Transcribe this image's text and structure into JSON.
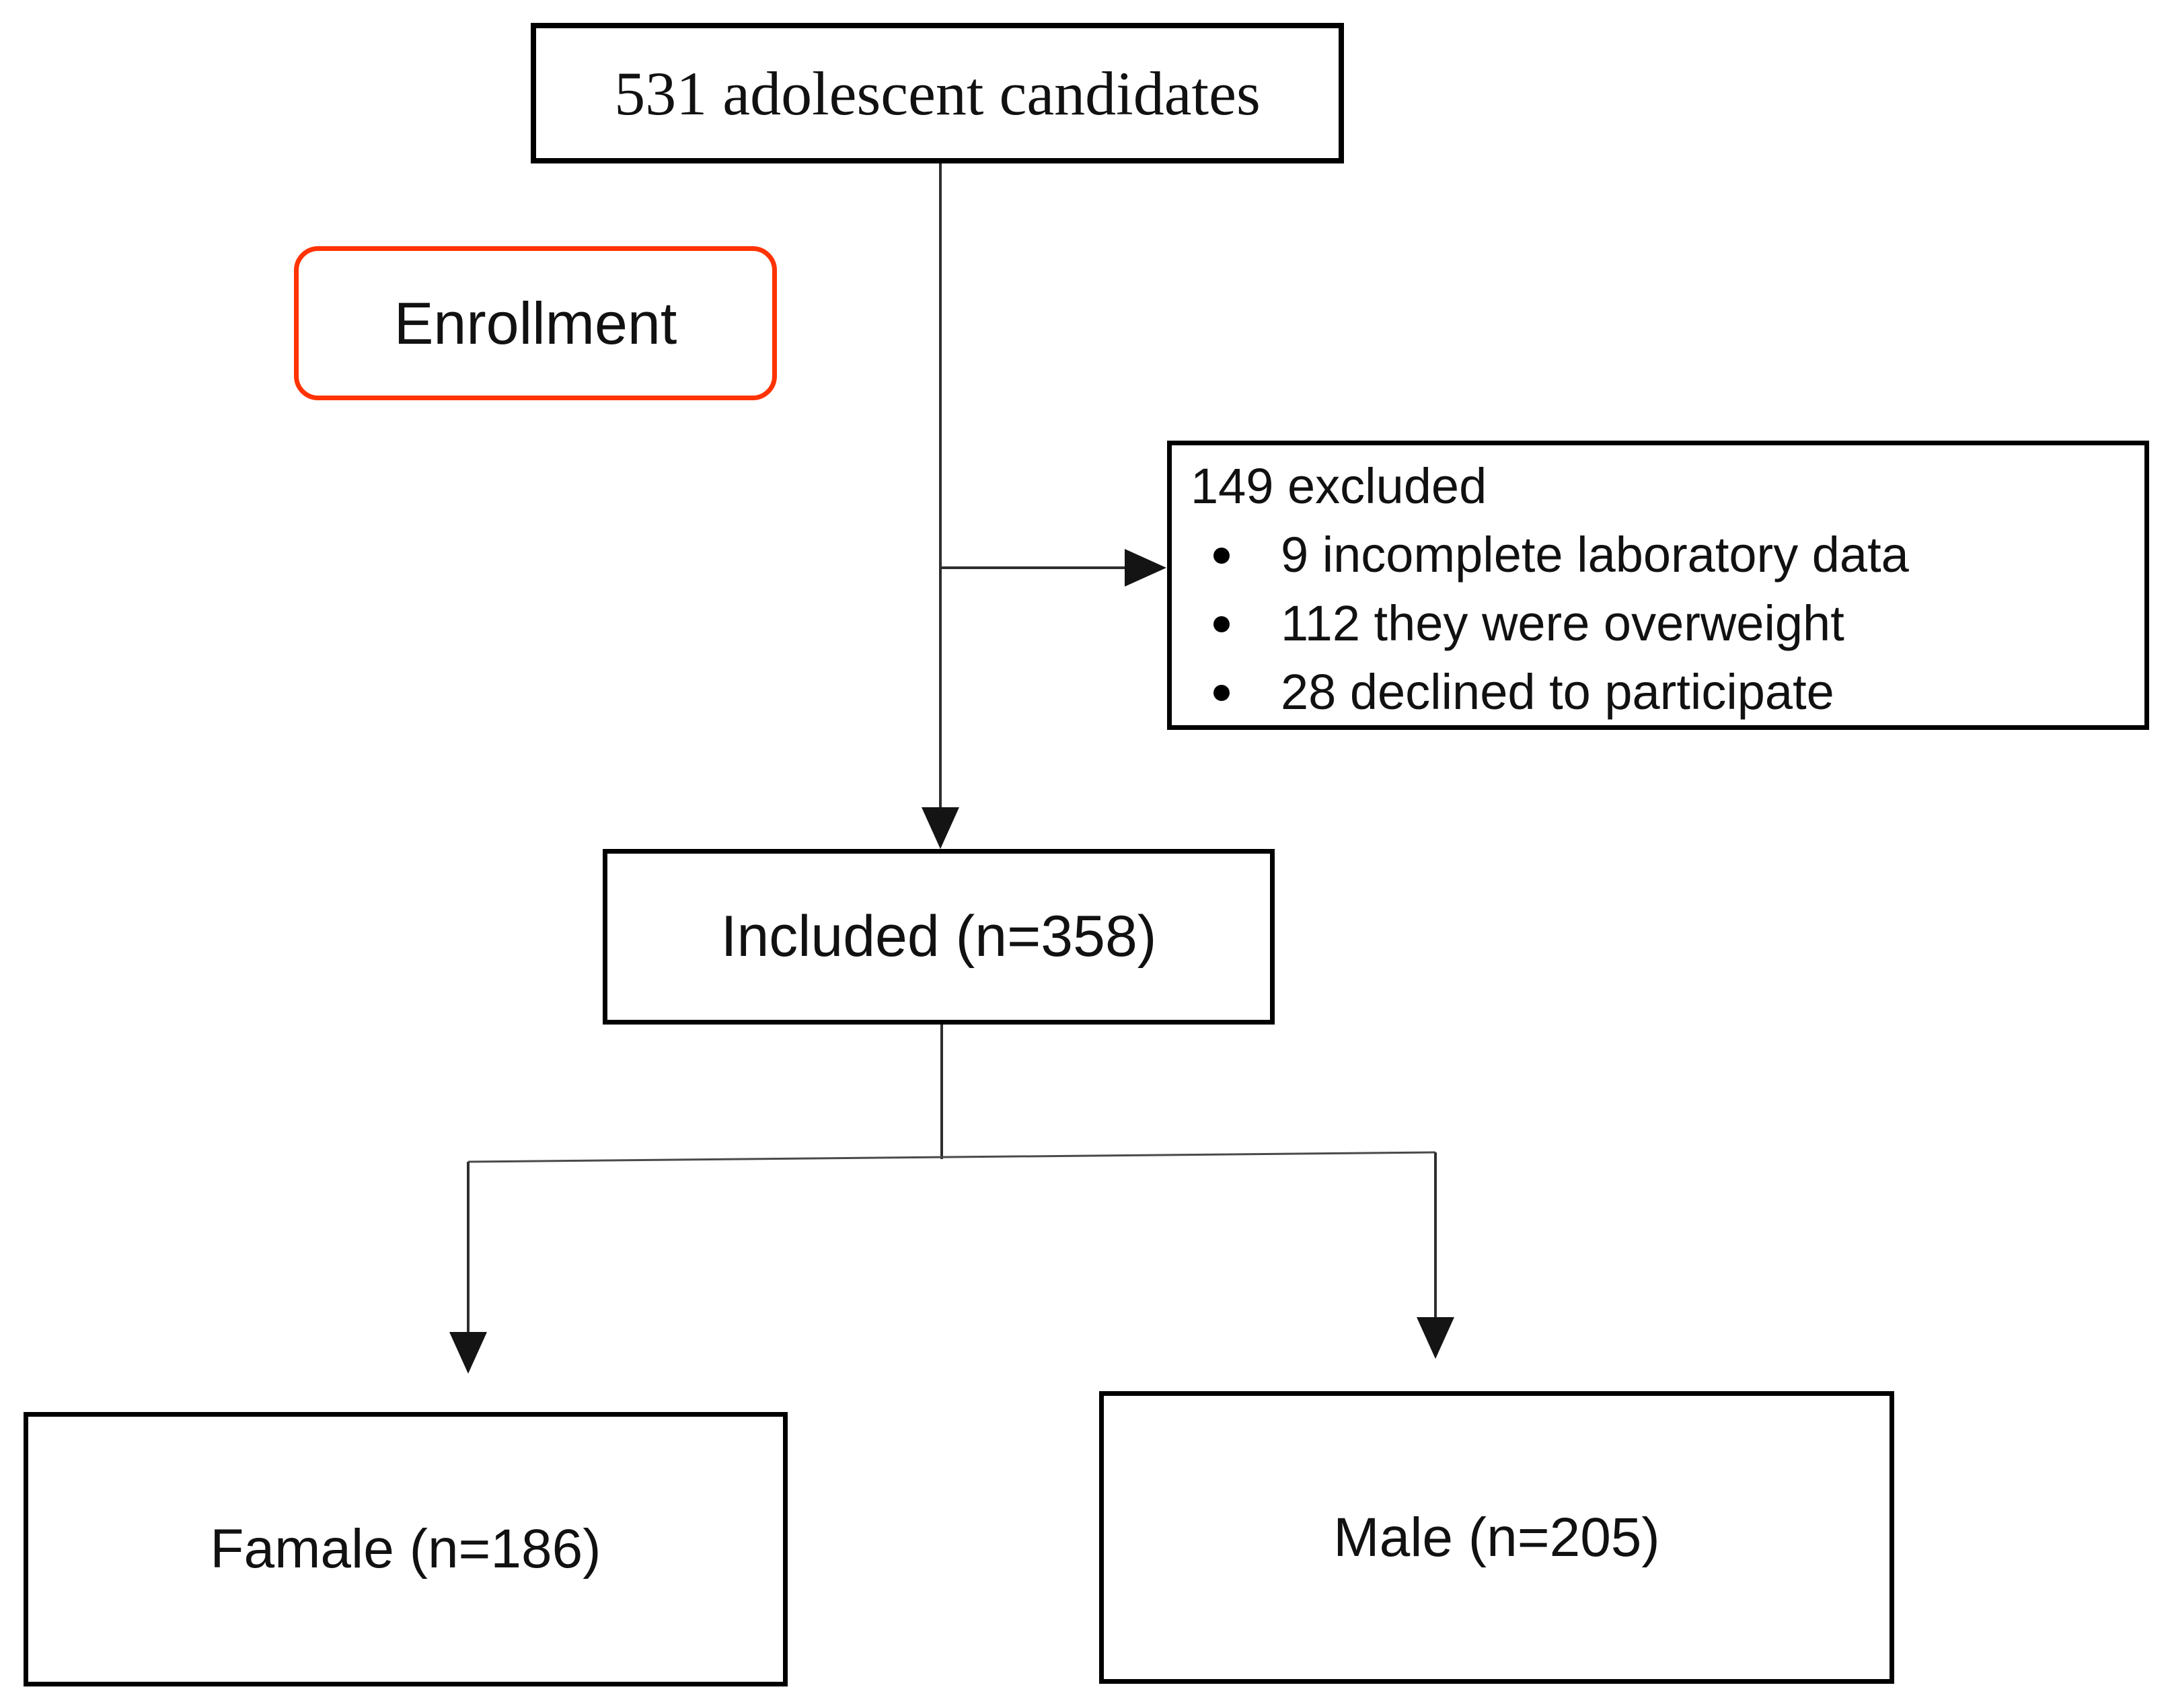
{
  "diagram": {
    "kind": "enrollment-flowchart",
    "candidates_box": {
      "label": "531 adolescent candidates"
    },
    "stage_box": {
      "label": "Enrollment"
    },
    "excluded_box": {
      "heading": "149 excluded",
      "bullets": [
        "9 incomplete laboratory data",
        "112 they were overweight",
        "28 declined to participate"
      ]
    },
    "included_box": {
      "label": "Included (n=358)"
    },
    "female_box": {
      "label": "Famale (n=186)"
    },
    "male_box": {
      "label": "Male (n=205)"
    },
    "colors": {
      "background": "#ffffff",
      "box_border": "#000000",
      "accent_border": "#ff3300",
      "connector": "#2e2e2e",
      "text": "#111111"
    }
  }
}
